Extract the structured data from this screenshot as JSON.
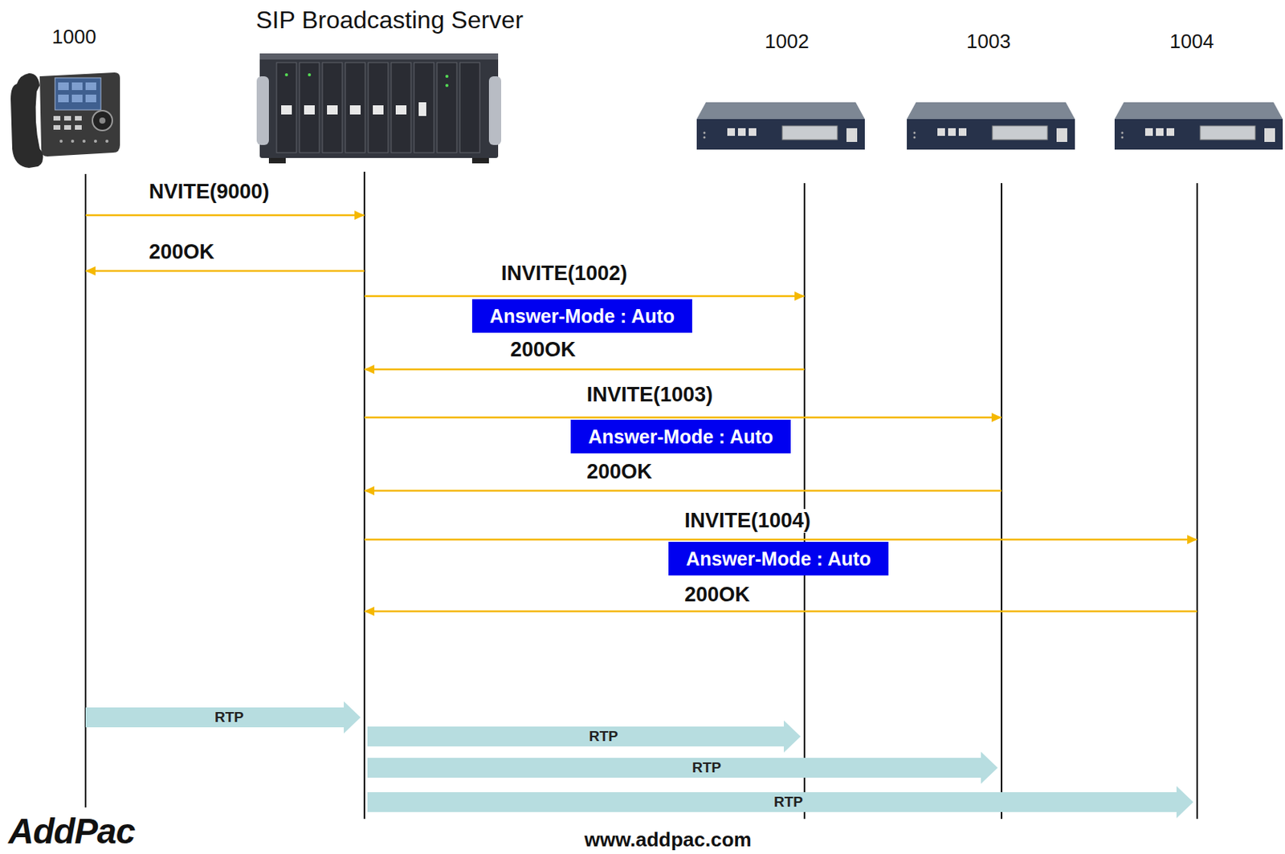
{
  "diagram": {
    "nodes": [
      {
        "text": [
          "1000"
        ]
      },
      {
        "text": [
          "SIP Broadcasting Server"
        ]
      },
      {
        "text": [
          "1002"
        ]
      },
      {
        "text": [
          "1003"
        ]
      },
      {
        "text": [
          "1004"
        ]
      },
      {
        "text": [
          "Answer-Mode : Auto"
        ]
      },
      {
        "text": [
          "Answer-Mode : Auto"
        ]
      },
      {
        "text": [
          "Answer-Mode : Auto"
        ]
      }
    ],
    "edges": [
      {
        "from": 0,
        "to": 1,
        "label": "NVITE(9000)",
        "arrow": "to"
      },
      {
        "from": 1,
        "to": 0,
        "label": "200OK",
        "arrow": "to"
      },
      {
        "from": 1,
        "to": 2,
        "label": "INVITE(1002)",
        "arrow": "to"
      },
      {
        "from": 2,
        "to": 1,
        "label": "200OK",
        "arrow": "to"
      },
      {
        "from": 1,
        "to": 3,
        "label": "INVITE(1003)",
        "arrow": "to"
      },
      {
        "from": 3,
        "to": 1,
        "label": "200OK",
        "arrow": "to"
      },
      {
        "from": 1,
        "to": 4,
        "label": "INVITE(1004)",
        "arrow": "to"
      },
      {
        "from": 4,
        "to": 1,
        "label": "200OK",
        "arrow": "to"
      },
      {
        "from": 0,
        "to": 1,
        "label": "RTP",
        "arrow": "to"
      },
      {
        "from": 1,
        "to": 2,
        "label": "RTP",
        "arrow": "to"
      },
      {
        "from": 1,
        "to": 3,
        "label": "RTP",
        "arrow": "to"
      },
      {
        "from": 1,
        "to": 4,
        "label": "RTP",
        "arrow": "to"
      }
    ],
    "labels": [
      "AddPac",
      "www.addpac.com"
    ]
  }
}
